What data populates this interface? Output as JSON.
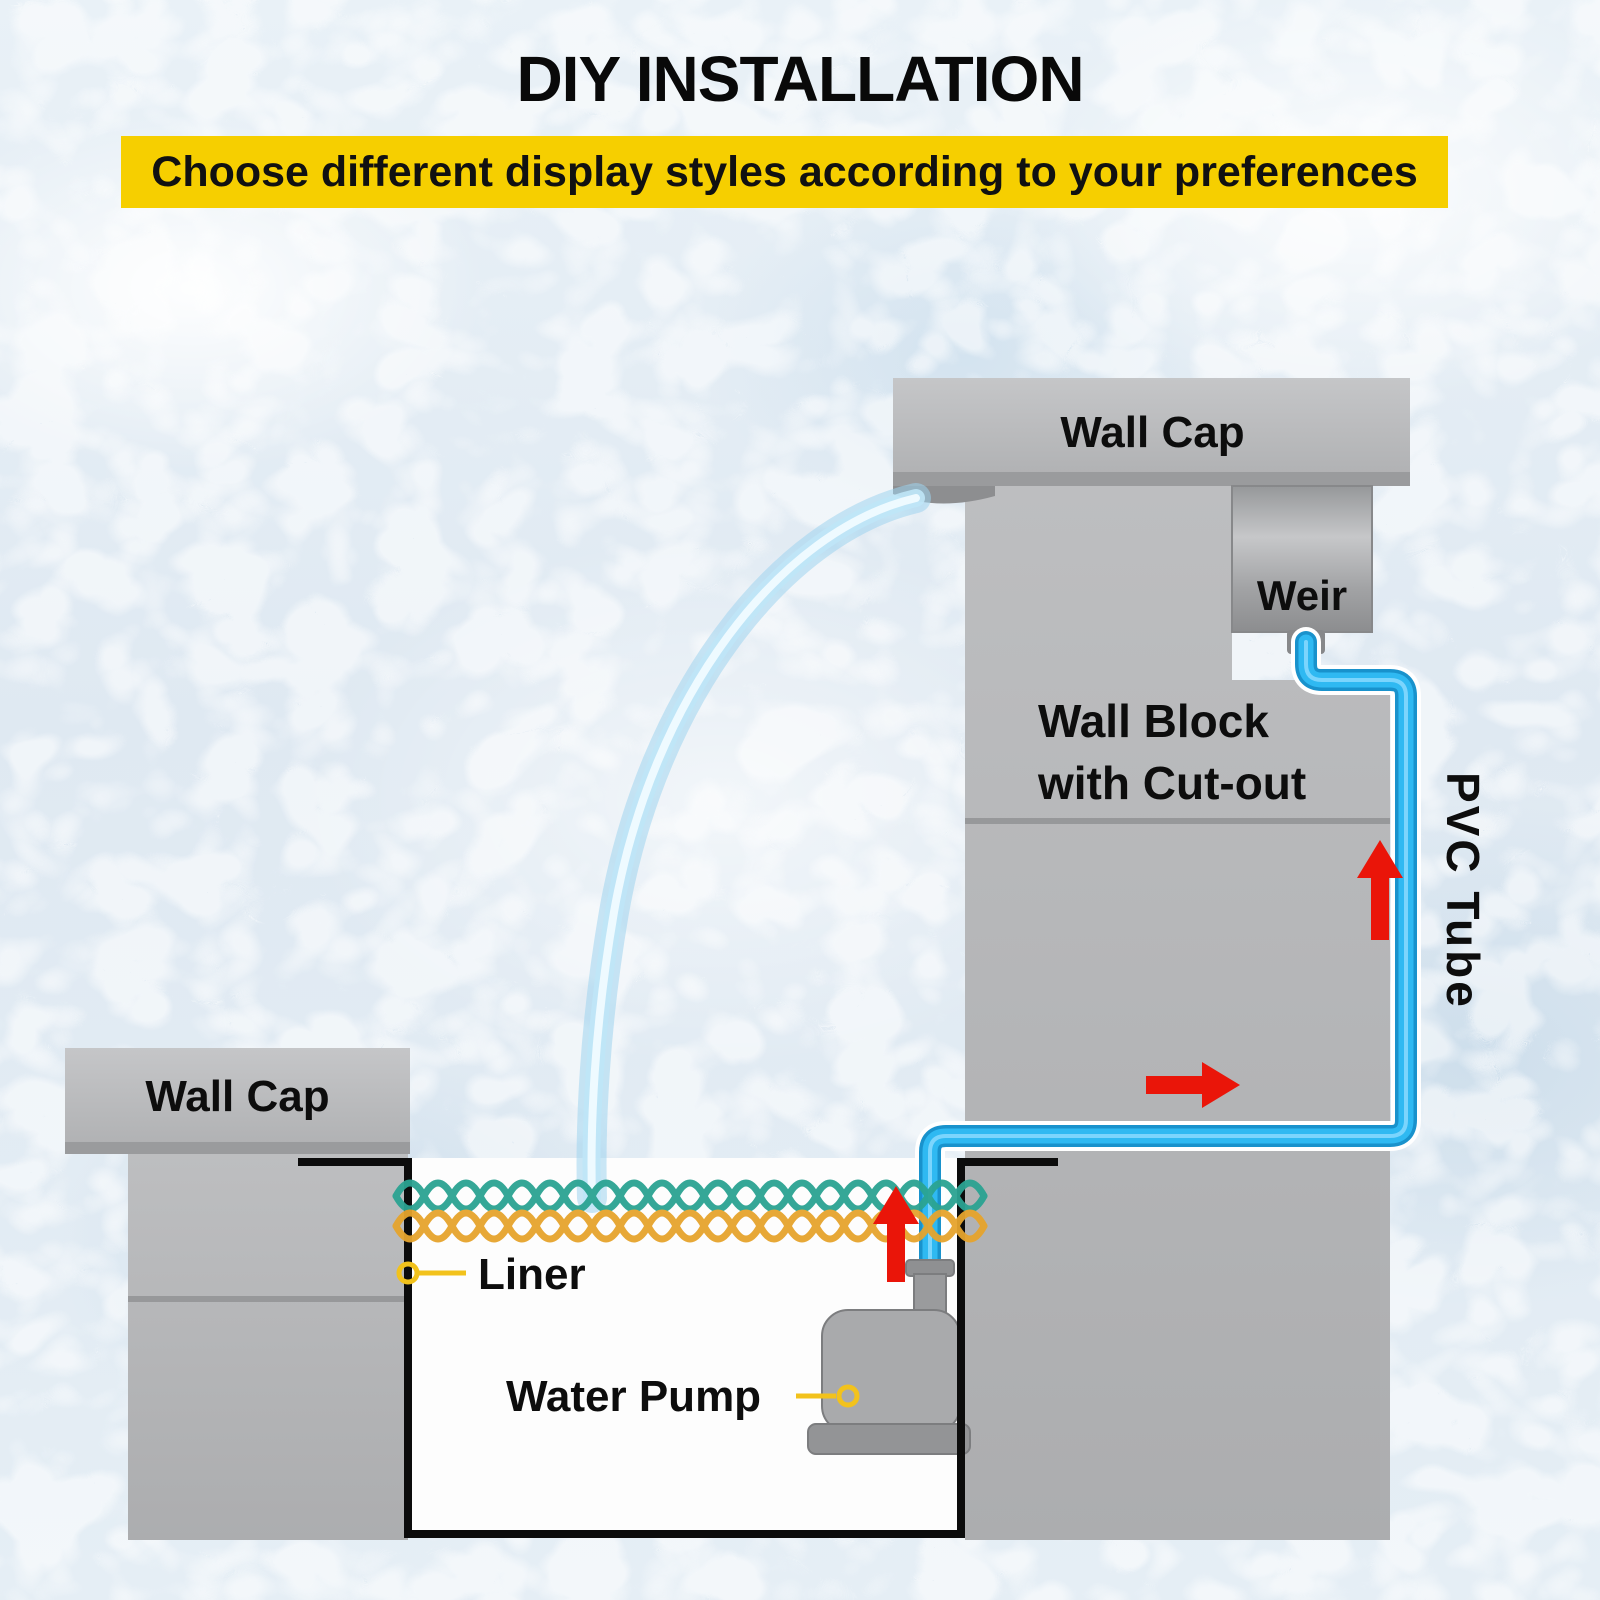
{
  "header": {
    "title": "DIY INSTALLATION",
    "banner": "Choose different display styles according to your preferences"
  },
  "diagram": {
    "wall_cap_right": "Wall Cap",
    "weir": "Weir",
    "wall_block_line1": "Wall Block",
    "wall_block_line2": "with Cut-out",
    "pvc_tube": "PVC Tube",
    "wall_cap_left": "Wall Cap",
    "liner": "Liner",
    "water_pump": "Water Pump"
  },
  "colors": {
    "banner_bg": "#F6CF00",
    "tube_blue": "#2FB9F2",
    "flow_arrow_red": "#EA1509",
    "wave_teal": "#2BA392",
    "wave_orange": "#E6A42D",
    "wall_gray": "#B6B7B9",
    "callout_yellow": "#F2C21C",
    "water_arc": "#BFE6F7"
  }
}
